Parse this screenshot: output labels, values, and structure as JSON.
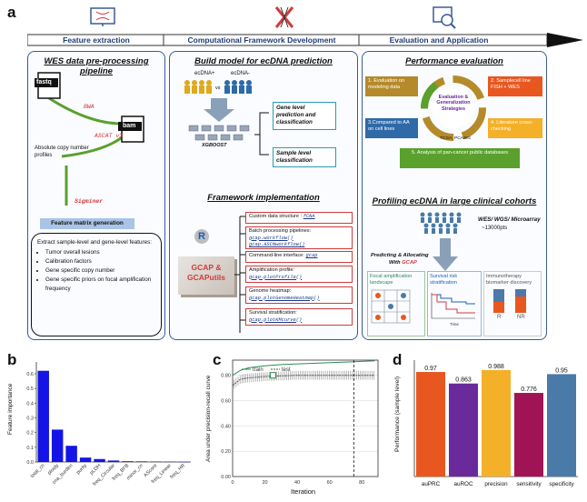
{
  "panel_a": {
    "label": "a",
    "headers": [
      "Feature extraction",
      "Computational Framework Development",
      "Evaluation and Application"
    ],
    "left": {
      "title": "WES data pre-processing pipeline",
      "fastq": "fastq",
      "bam": "bam",
      "bwa": "BWA",
      "ascat": "ASCAT v3",
      "abs_copy": "Absolute copy number profiles",
      "sigminer": "Sigminer",
      "fm_title": "Feature matrix generation",
      "extract_text": "Extract sample-level and gene-level features:",
      "bullets": [
        "Tumor overall lesions",
        "Calibration factors",
        "Gene specific copy number",
        "Gene specific priors on focal amplification frequency"
      ]
    },
    "middle": {
      "title": "Build model for ecDNA prediction",
      "pos": "ecDNA+",
      "vs": "vs",
      "neg": "ecDNA-",
      "xgb": "XGBOOST",
      "gene_level": "Gene level prediction and classification",
      "sample_level": "Sample level classification",
      "impl_title": "Framework implementation",
      "gcap": "GCAP & GCAPutils",
      "boxes": [
        {
          "label": "Custom data structure :",
          "code": "fCNA"
        },
        {
          "label": "Batch processing pipelines:",
          "code": "gcap.workflow()",
          "code2": "gcap.ASCNworkflow()"
        },
        {
          "label": "Command-line interface:",
          "code": "gcap"
        },
        {
          "label": "Amplification profile:",
          "code": "gcap.plotProfile()"
        },
        {
          "label": "Genome heatmap:",
          "code": "gcap.plotGenomeHeatmap()"
        },
        {
          "label": "Survival stratification:",
          "code": "gcap.plotKMcurve()"
        }
      ]
    },
    "right": {
      "title": "Performance evaluation",
      "center": "Evaluation & Generalization Strategies",
      "tcga": "TCGA, PCAWG",
      "items": [
        "1. Evaluation on modeling data",
        "2. Samplecell line FISH + WES",
        "3.Compared to AA on cell lines",
        "4. Literature cross-checking",
        "5. Analysis of pan-cancer public databases"
      ],
      "profiling_title": "Profiling ecDNA in large clinical cohorts",
      "seq": "WES/ WGS/ Microarray",
      "pts": "~13000pts",
      "predict": "Predicting & Allocating",
      "with": "With ",
      "gcap_word": "GCAP",
      "focal": "Focal amplification landscape",
      "survival": "Survival risk stratification",
      "immuno": "Immunotherapy biomarker discovery",
      "r": "R",
      "nr": "NR",
      "time": "Time"
    }
  },
  "colors": {
    "blue": "#1414e6",
    "green": "#2e8b57",
    "orange": "#e8571f",
    "purple": "#6a2a9b",
    "yellow": "#f4b029",
    "magenta": "#a01456",
    "steel": "#4a7aa8"
  },
  "chart_data": [
    {
      "type": "bar",
      "label": "b",
      "ylabel": "Feature importance",
      "categories": [
        "total_cn",
        "ploidy",
        "cna_burden",
        "purity",
        "pLOH",
        "freq_Circular",
        "freq_BFB",
        "minor_cn",
        "AScore",
        "freq_Linear",
        "freq_HR"
      ],
      "values": [
        0.62,
        0.22,
        0.11,
        0.03,
        0.02,
        0.01,
        0.005,
        0.004,
        0.003,
        0.002,
        0.001
      ],
      "yticks": [
        "0.0",
        "0.1",
        "0.2",
        "0.3",
        "0.4",
        "0.5",
        "0.6"
      ],
      "ylim": [
        0,
        0.68
      ]
    },
    {
      "type": "line",
      "label": "c",
      "xlabel": "Iteration",
      "ylabel": "Area under precision-recall curve",
      "legend": [
        "train",
        "test"
      ],
      "x": [
        0,
        5,
        10,
        20,
        30,
        40,
        50,
        60,
        70,
        80,
        88
      ],
      "train": [
        0.8,
        0.84,
        0.86,
        0.875,
        0.885,
        0.89,
        0.895,
        0.9,
        0.905,
        0.91,
        0.915
      ],
      "test": [
        0.72,
        0.77,
        0.78,
        0.79,
        0.795,
        0.8,
        0.8,
        0.8,
        0.8,
        0.8,
        0.8
      ],
      "xticks": [
        "0",
        "20",
        "40",
        "60",
        "80"
      ],
      "yticks": [
        "0.00",
        "0.20",
        "0.40",
        "0.60",
        "0.80"
      ],
      "best_iteration": 75,
      "best_value": 0.8
    },
    {
      "type": "bar",
      "label": "d",
      "ylabel": "Performance (sample level)",
      "categories": [
        "auPRC",
        "auROC",
        "precision",
        "sensitivity",
        "specificity"
      ],
      "values": [
        0.97,
        0.863,
        0.988,
        0.776,
        0.95
      ],
      "value_labels": [
        "0.97",
        "0.863",
        "0.988",
        "0.776",
        "0.95"
      ],
      "colors": [
        "#e8571f",
        "#6a2a9b",
        "#f4b029",
        "#a01456",
        "#4a7aa8"
      ],
      "ylim": [
        0,
        1.08
      ]
    }
  ]
}
